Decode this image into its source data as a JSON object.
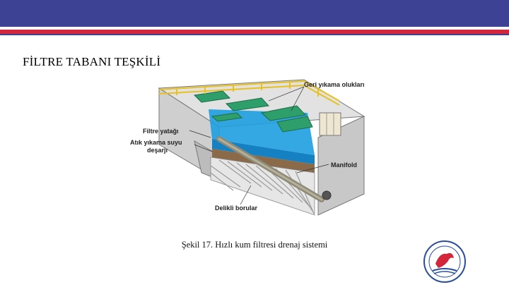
{
  "slide": {
    "title": "FİLTRE TABANI TEŞKİLİ",
    "caption": "Şekil 17. Hızlı kum filtresi drenaj sistemi"
  },
  "diagram": {
    "labels": {
      "backwash_troughs": "Geri yıkama olukları",
      "filter_bed": "Filtre yatağı",
      "wash_water_line_1": "Atık yıkama suyu",
      "wash_water_line_2": "deşarjı",
      "manifold": "Manifold",
      "perforated_pipes": "Delikli borular"
    }
  },
  "colors": {
    "header_blue": "#3d4294",
    "header_red": "#d3263a",
    "water": "#1e9fe0",
    "trough": "#2e9e6a",
    "railing": "#e8c020",
    "concrete": "#d8d8d8"
  },
  "logo": {
    "icon": "university-seal-icon"
  }
}
